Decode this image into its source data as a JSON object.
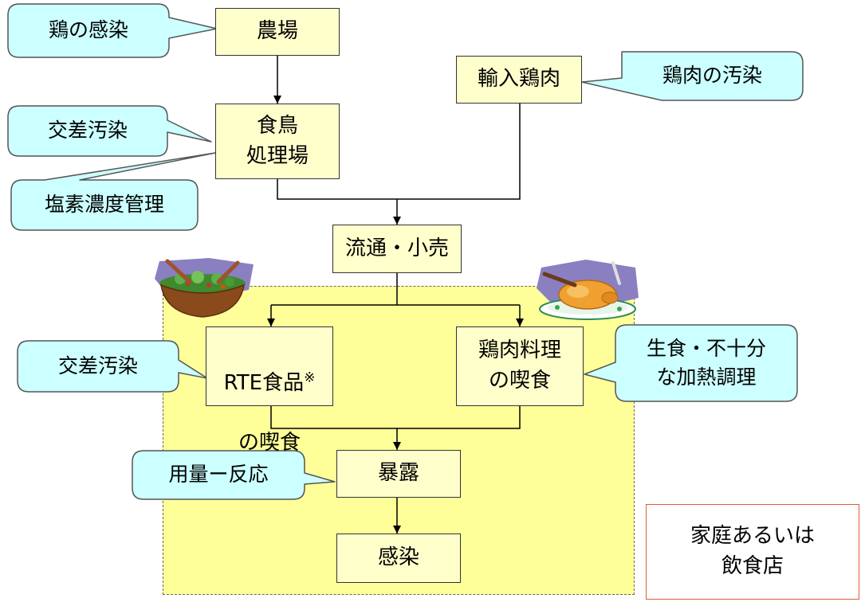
{
  "nodes": {
    "farm": "農場",
    "slaughterhouse": "食鳥\n処理場",
    "imported_chicken": "輸入鶏肉",
    "distribution_retail": "流通・小売",
    "rte_food": {
      "main": "RTE食品",
      "mark": "※",
      "second": "の喫食"
    },
    "chicken_dish": "鶏肉料理\nの喫食",
    "exposure": "暴露",
    "infection": "感染"
  },
  "callouts": {
    "chicken_infection": "鶏の感染",
    "cross_contamination_top": "交差汚染",
    "chlorine_control": "塩素濃度管理",
    "meat_contamination": "鶏肉の汚染",
    "cross_contamination_bottom": "交差汚染",
    "raw_undercooked": "生食・不十分\nな加熱調理",
    "dose_response": "用量ー反応"
  },
  "note": "家庭あるいは\n飲食店",
  "icons": {
    "salad": "salad-bowl-icon",
    "roast": "roast-chicken-icon"
  },
  "colors": {
    "node_fill": "#ffffcc",
    "callout_fill": "#ccffff",
    "zone_fill": "#ffff99",
    "note_border": "#e05a3a",
    "line": "#000000"
  }
}
